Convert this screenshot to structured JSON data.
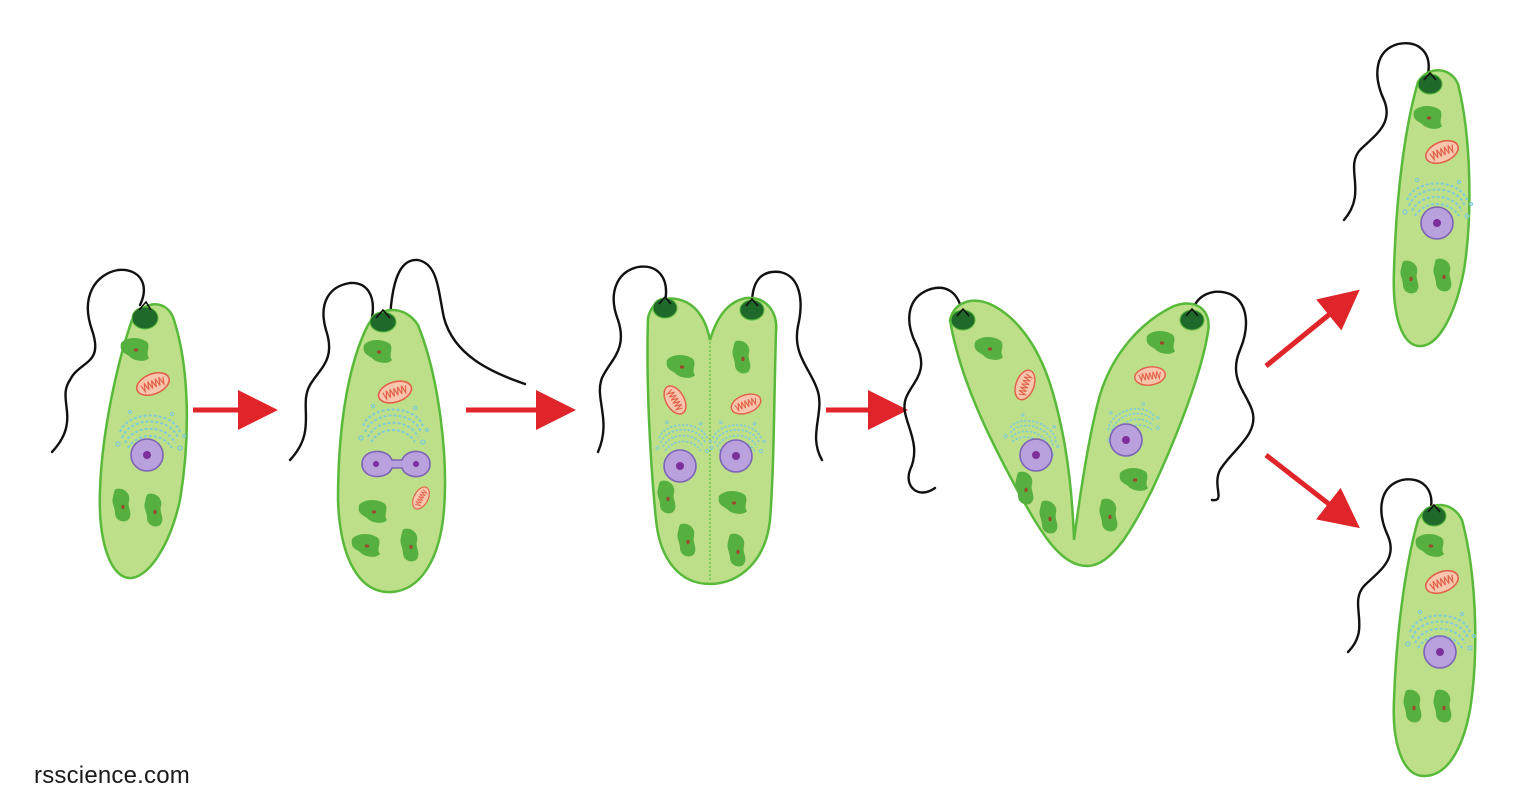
{
  "credit": "rsscience.com",
  "colors": {
    "body_fill": "#bddf8a",
    "body_stroke": "#58b93a",
    "eyespot": "#1f6a2a",
    "chloroplast": "#55b040",
    "chloroplast_center": "#9b4a2b",
    "mitochondrion_fill": "#f8c6ac",
    "mitochondrion_stroke": "#e2604a",
    "nucleus_fill": "#b8a1dc",
    "nucleus_stroke": "#7d63b5",
    "nucleolus": "#7d2f9a",
    "golgi": "#7ecbd8",
    "flagellum": "#111111",
    "arrow": "#e0252a"
  },
  "stages": [
    {
      "name": "euglena-single-cell"
    },
    {
      "name": "euglena-dividing-nucleus"
    },
    {
      "name": "euglena-longitudinal-split"
    },
    {
      "name": "euglena-v-separation"
    },
    {
      "name": "euglena-daughter-cell-top"
    },
    {
      "name": "euglena-daughter-cell-bottom"
    }
  ],
  "arrows": [
    {
      "name": "arrow-stage-1-to-2"
    },
    {
      "name": "arrow-stage-2-to-3"
    },
    {
      "name": "arrow-stage-3-to-4"
    },
    {
      "name": "arrow-stage-4-to-top-daughter"
    },
    {
      "name": "arrow-stage-4-to-bottom-daughter"
    }
  ]
}
